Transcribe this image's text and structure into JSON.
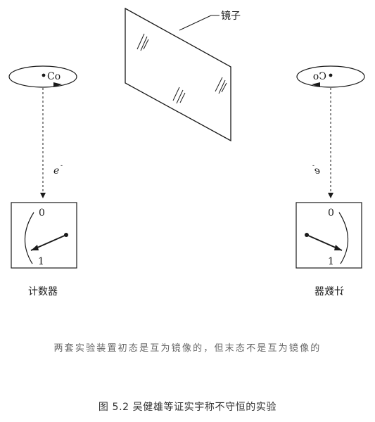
{
  "labels": {
    "mirror": "镜子",
    "source_left": "Co",
    "source_right": "Co",
    "electron_left": "e",
    "electron_right": "e",
    "electron_sup": "-",
    "scale_zero": "0",
    "scale_one": "1",
    "counter_left": "计数器",
    "counter_right": "计数器"
  },
  "caption": "两套实验装置初态是互为镜像的，但末态不是互为镜像的",
  "figure_caption": "图 5.2  吴健雄等证实宇称不守恒的实验",
  "colors": {
    "ink": "#1a1a1a",
    "caption_gray": "#666666"
  }
}
